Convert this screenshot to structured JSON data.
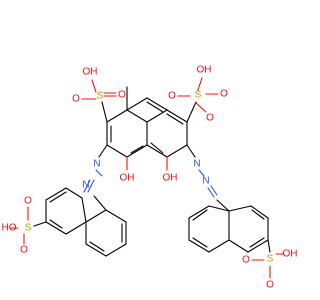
{
  "molecule": {
    "name": "",
    "colors": {
      "carbon": "#000000",
      "oxygen": "#ff0d0d",
      "sulfur": "#b5a000",
      "nitrogen": "#3050f8",
      "background": "#ffffff"
    },
    "labels": {
      "O": "O",
      "S": "S",
      "N": "N",
      "OH": "OH",
      "HO": "HO"
    }
  }
}
